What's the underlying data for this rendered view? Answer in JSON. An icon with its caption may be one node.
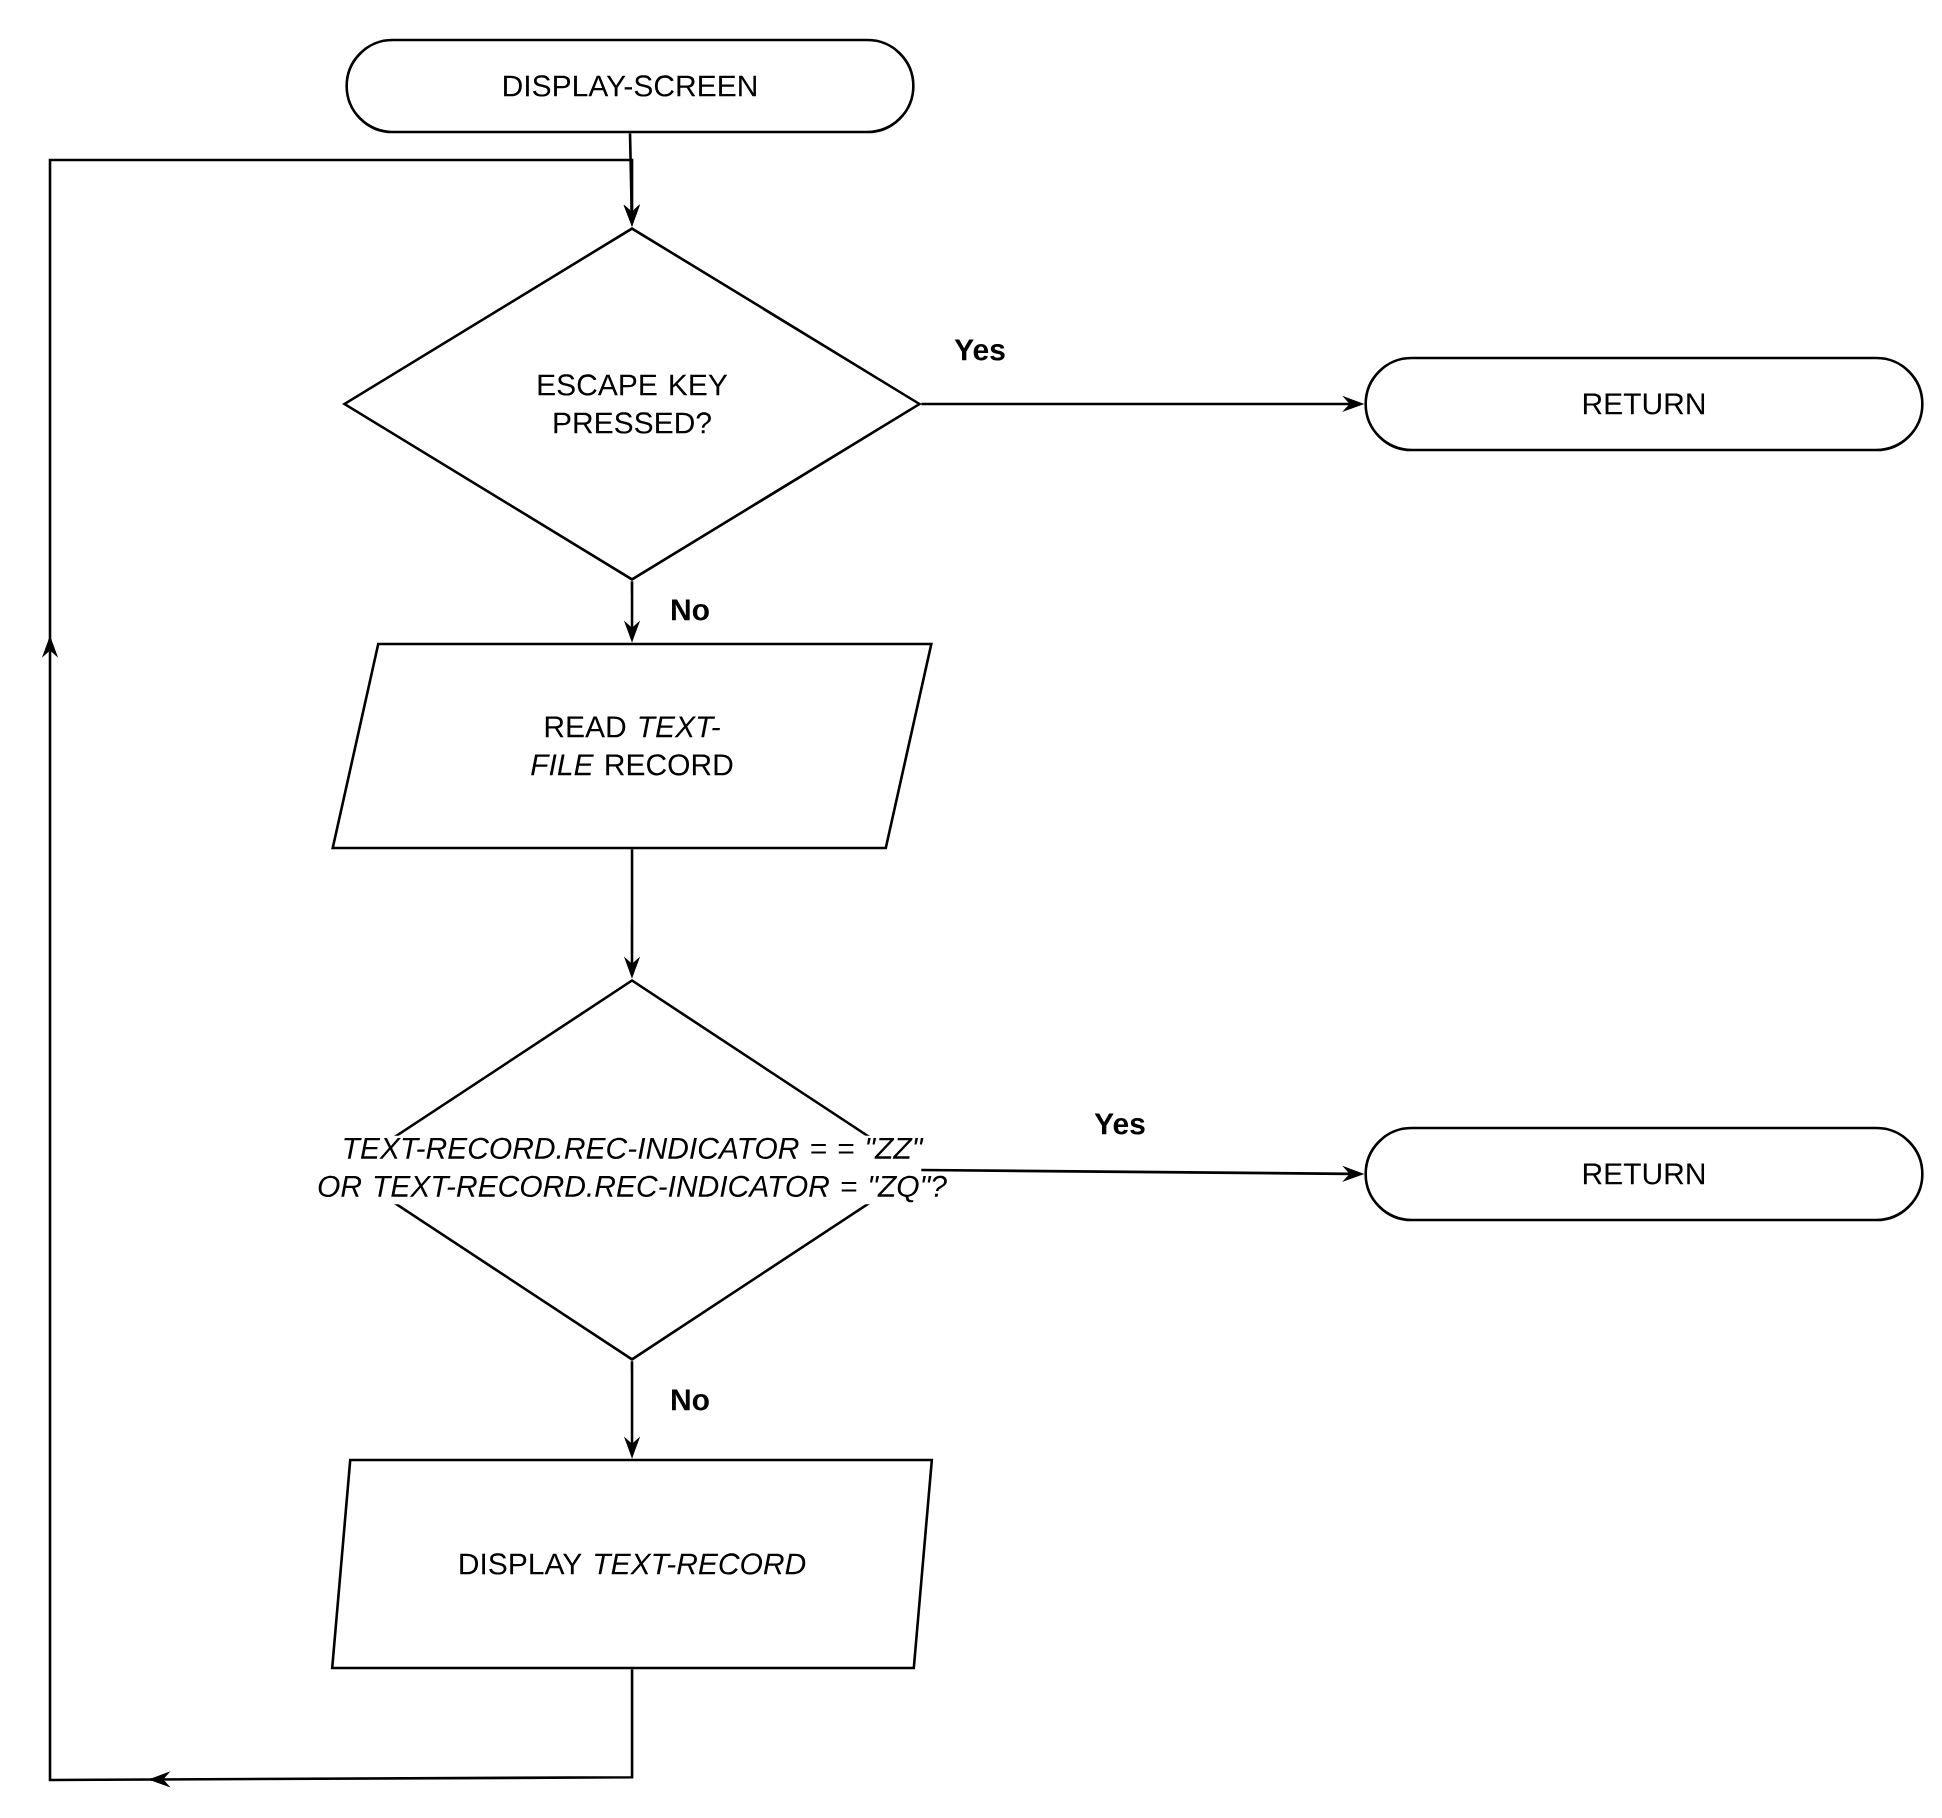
{
  "diagram": {
    "nodes": [
      {
        "text": [
          "DISPLAY-SCREEN"
        ]
      },
      {
        "text": [
          "ESCAPE KEY PRESSED?"
        ]
      },
      {
        "text": [
          "RETURN"
        ]
      },
      {
        "text": [
          "READ *TEXT-FILE* RECORD"
        ]
      },
      {
        "text": [
          "TEXT-RECORD.REC-INDICATOR = = \"ZZ\" OR TEXT-RECORD.REC-INDICATOR = \"ZQ\"?"
        ]
      },
      {
        "text": [
          "RETURN"
        ]
      },
      {
        "text": [
          "DISPLAY *TEXT-RECORD*"
        ]
      }
    ],
    "edges": [
      {
        "from": 0,
        "to": 1,
        "arrow": "to"
      },
      {
        "from": 1,
        "to": 2,
        "arrow": "to",
        "label": "Yes"
      },
      {
        "from": 1,
        "to": 3,
        "arrow": "to",
        "label": "No"
      },
      {
        "from": 3,
        "to": 4,
        "arrow": "to"
      },
      {
        "from": 4,
        "to": 5,
        "arrow": "to",
        "label": "Yes"
      },
      {
        "from": 4,
        "to": 6,
        "arrow": "to",
        "label": "No"
      },
      {
        "from": 6,
        "to": 1,
        "arrow": "to"
      }
    ]
  }
}
